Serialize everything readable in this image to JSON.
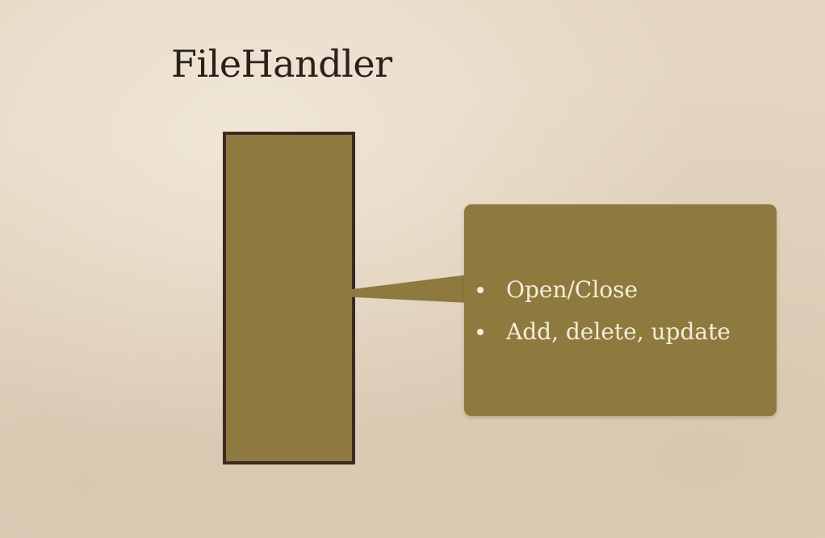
{
  "slide": {
    "title": "FileHandler",
    "callout": {
      "items": [
        "Open/Close",
        "Add, delete, update"
      ]
    },
    "colors": {
      "background": "#e4d6c2",
      "box_fill": "#8e7a3f",
      "box_border": "#3b2a20",
      "callout_text": "#f4ecd8",
      "title_text": "#2a211b"
    }
  }
}
